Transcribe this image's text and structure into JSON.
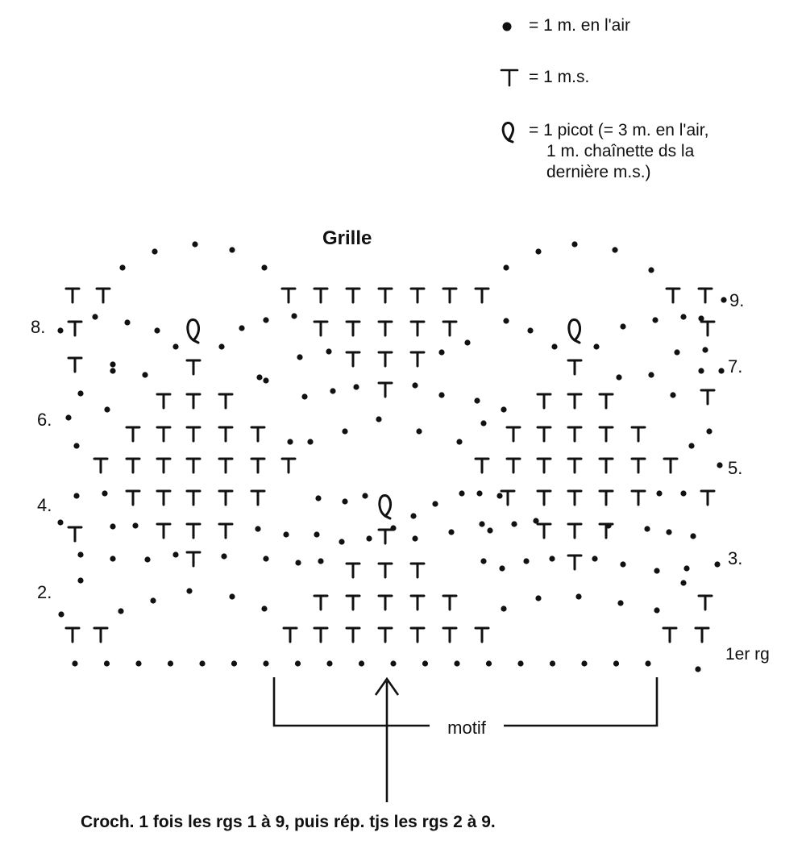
{
  "legend": {
    "chain": "= 1 m. en l'air",
    "sc": "= 1 m.s.",
    "picot_line1": "= 1 picot (= 3 m. en l'air,",
    "picot_line2": "1 m. chaînette ds la",
    "picot_line3": "dernière m.s.)"
  },
  "title": "Grille",
  "row_labels": {
    "r1": "1er rg",
    "r2": "2.",
    "r3": "3.",
    "r4": "4.",
    "r5": "5.",
    "r6": "6.",
    "r7": "7.",
    "r8": "8.",
    "r9": "9."
  },
  "motif_label": "motif",
  "footer": "Croch. 1 fois les rgs 1 à 9, puis rép. tjs les rgs 2 à 9.",
  "colors": {
    "ink": "#111111",
    "paper": "#ffffff"
  },
  "icons": {
    "chain": "dot",
    "sc": "t-stitch",
    "picot": "loop"
  }
}
